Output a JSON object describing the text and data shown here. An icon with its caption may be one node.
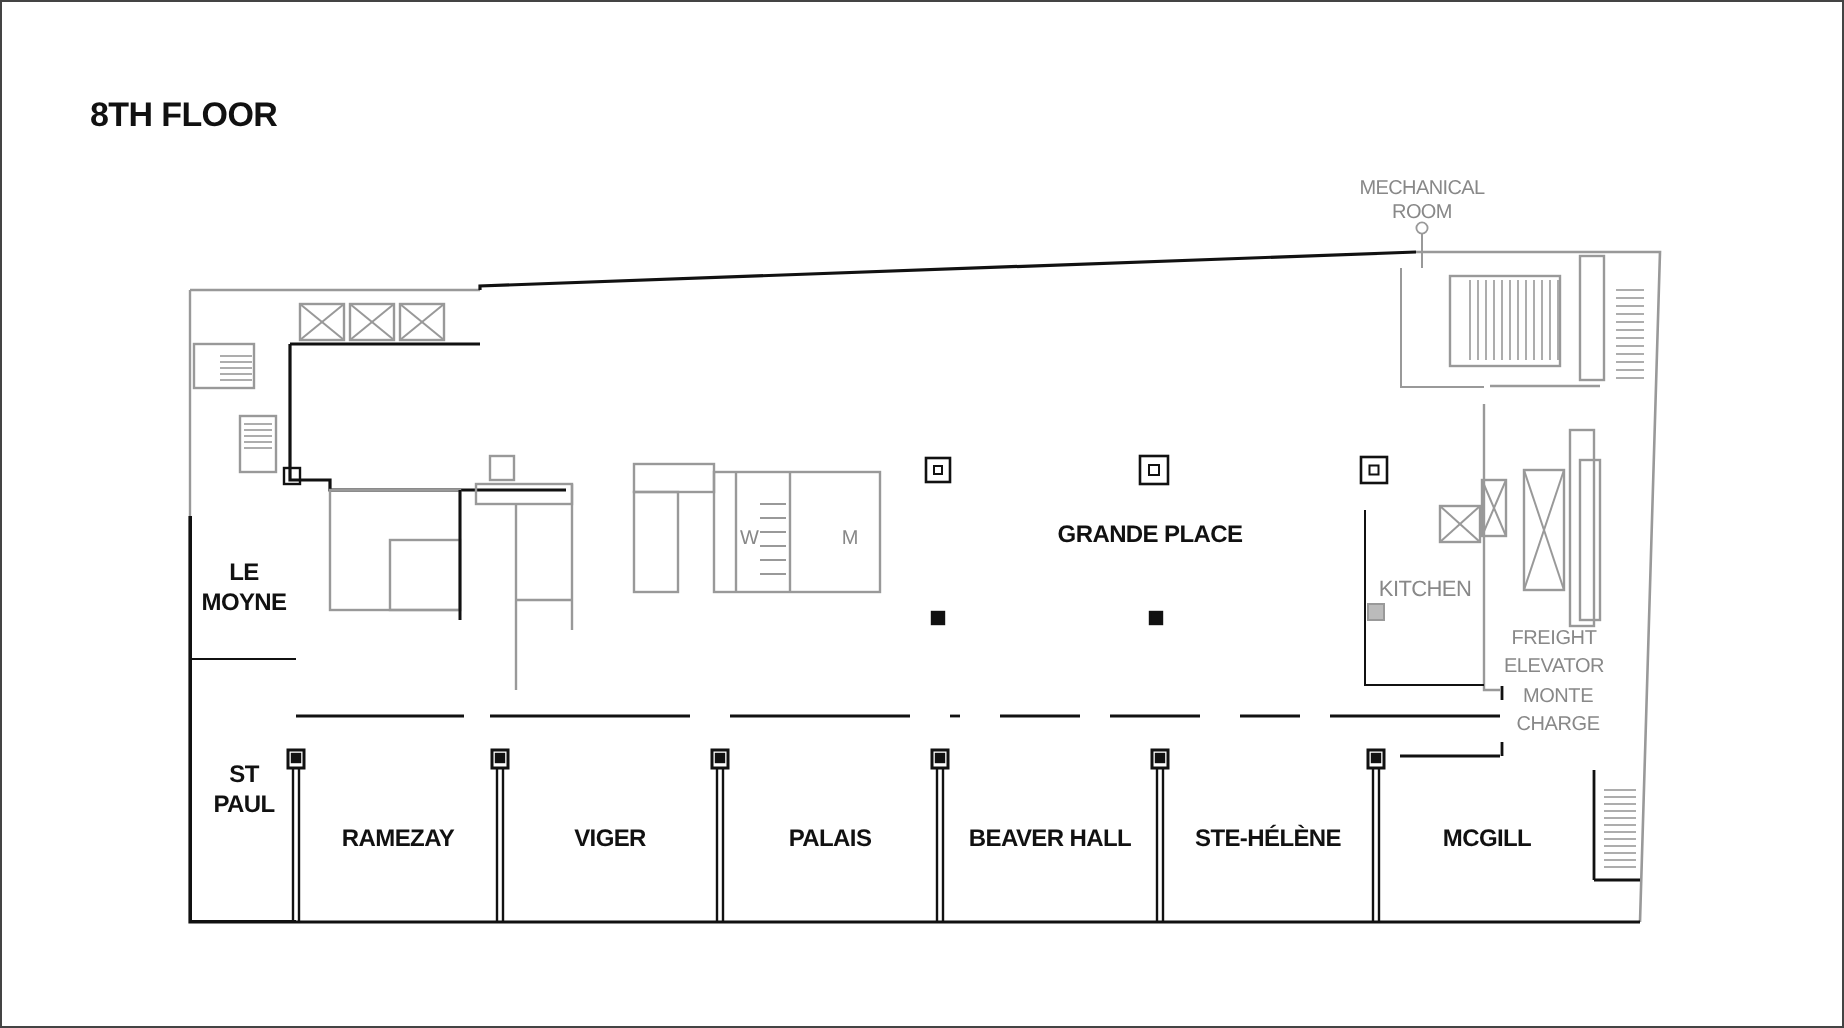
{
  "diagram": {
    "title": "8TH FLOOR",
    "nodes": [
      {
        "text": [
          "LE MOYNE"
        ]
      },
      {
        "text": [
          "ST PAUL"
        ]
      },
      {
        "text": [
          "RAMEZAY"
        ]
      },
      {
        "text": [
          "VIGER"
        ]
      },
      {
        "text": [
          "PALAIS"
        ]
      },
      {
        "text": [
          "BEAVER HALL"
        ]
      },
      {
        "text": [
          "STE-HÉLÈNE"
        ]
      },
      {
        "text": [
          "MCGILL"
        ]
      },
      {
        "text": [
          "GRANDE PLACE"
        ]
      },
      {
        "text": [
          "KITCHEN"
        ]
      },
      {
        "text": [
          "MECHANICAL ROOM"
        ]
      },
      {
        "text": [],
        "shape": "box"
      }
    ],
    "edges": [
      {
        "from": 10,
        "to": 11,
        "arrow": "other"
      }
    ],
    "labels": [
      "W",
      "M",
      "FREIGHT ELEVATOR",
      "MONTE CHARGE"
    ]
  }
}
